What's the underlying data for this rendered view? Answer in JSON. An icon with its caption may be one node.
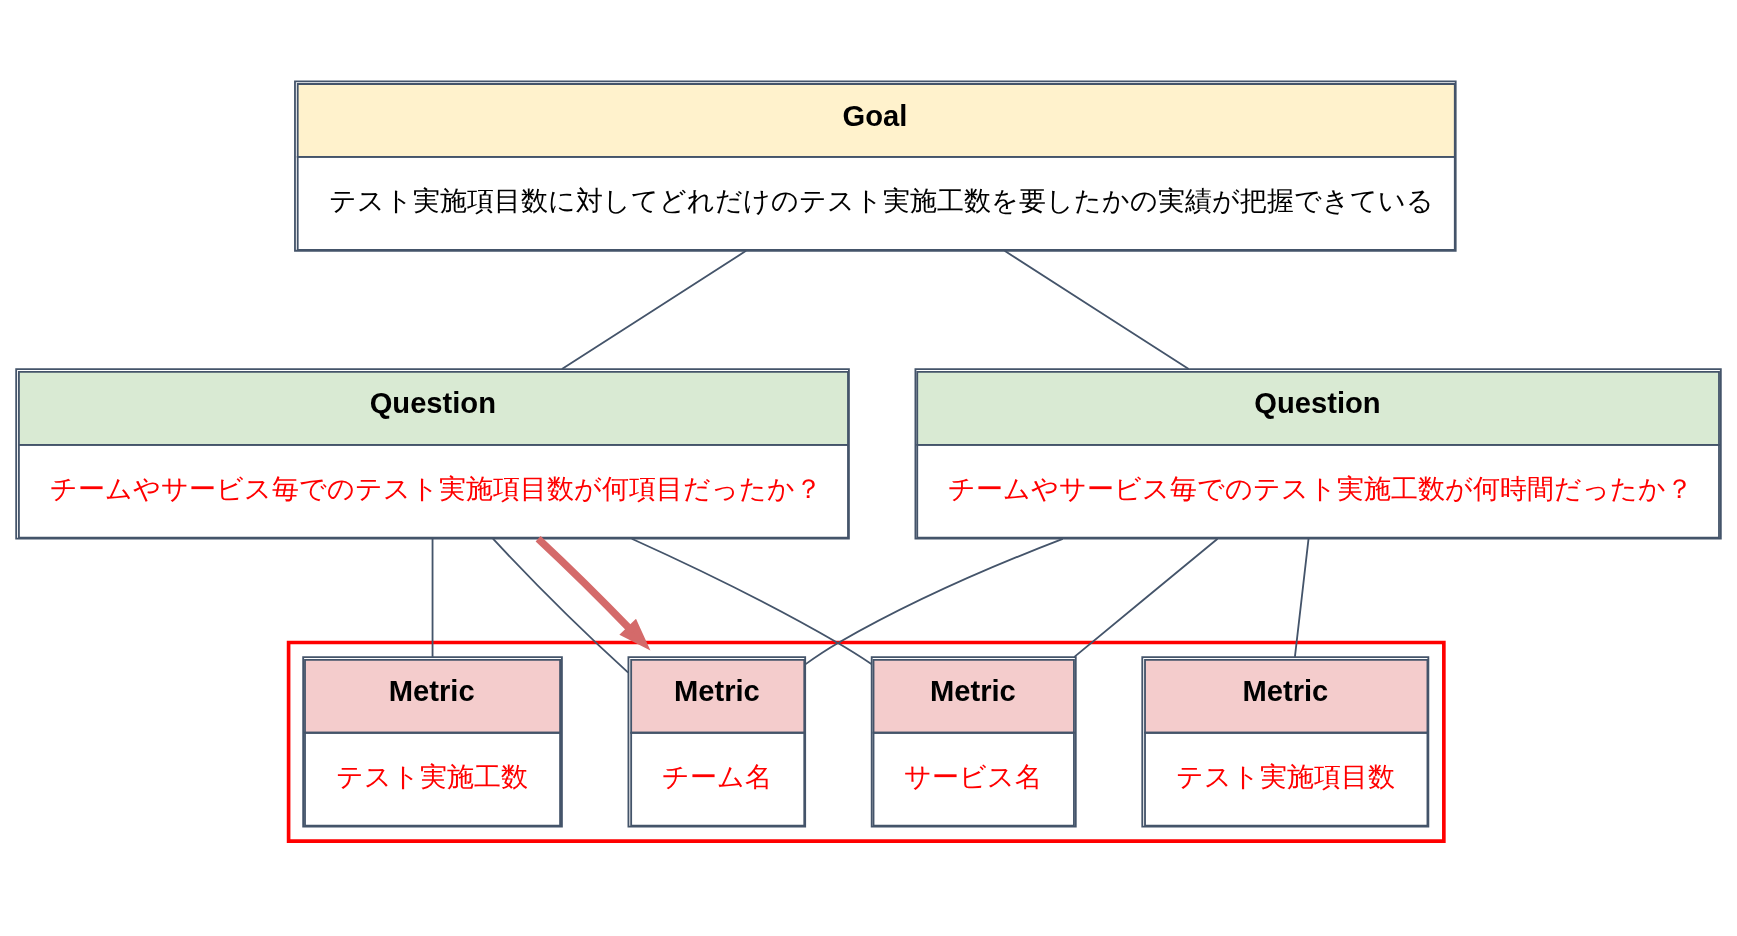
{
  "diagram": {
    "nodes": [
      {
        "text": [
          "Goal",
          "テスト実施項目数に対してどれだけのテスト実施工数を要したかの実績が把握できている"
        ]
      },
      {
        "text": [
          "Question",
          "チームやサービス毎でのテスト実施項目数が何項目だったか？"
        ]
      },
      {
        "text": [
          "Question",
          "チームやサービス毎でのテスト実施工数が何時間だったか？"
        ]
      },
      {
        "text": [],
        "shape": "box"
      },
      {
        "text": [
          "Metric",
          "チーム名"
        ],
        "in": 3
      },
      {
        "text": [
          "Metric",
          "サービス名"
        ],
        "in": 3
      },
      {
        "text": [
          "Metric",
          "テスト実施工数"
        ],
        "in": 3
      },
      {
        "text": [
          "Metric",
          "テスト実施項目数"
        ],
        "in": 3
      }
    ],
    "edges": [
      {
        "from": 0,
        "to": 1,
        "arrow": "none"
      },
      {
        "from": 0,
        "to": 2,
        "arrow": "none"
      },
      {
        "from": 1,
        "to": 4,
        "arrow": "none"
      },
      {
        "from": 1,
        "to": 5,
        "arrow": "none"
      },
      {
        "from": 1,
        "to": 6,
        "arrow": "none"
      },
      {
        "from": 2,
        "to": 4,
        "arrow": "none"
      },
      {
        "from": 2,
        "to": 5,
        "arrow": "none"
      },
      {
        "from": 2,
        "to": 7,
        "arrow": "none"
      },
      {
        "from": 1,
        "to": 3,
        "arrow": "to",
        "style": "thick",
        "color": "#d46a6a"
      }
    ]
  }
}
